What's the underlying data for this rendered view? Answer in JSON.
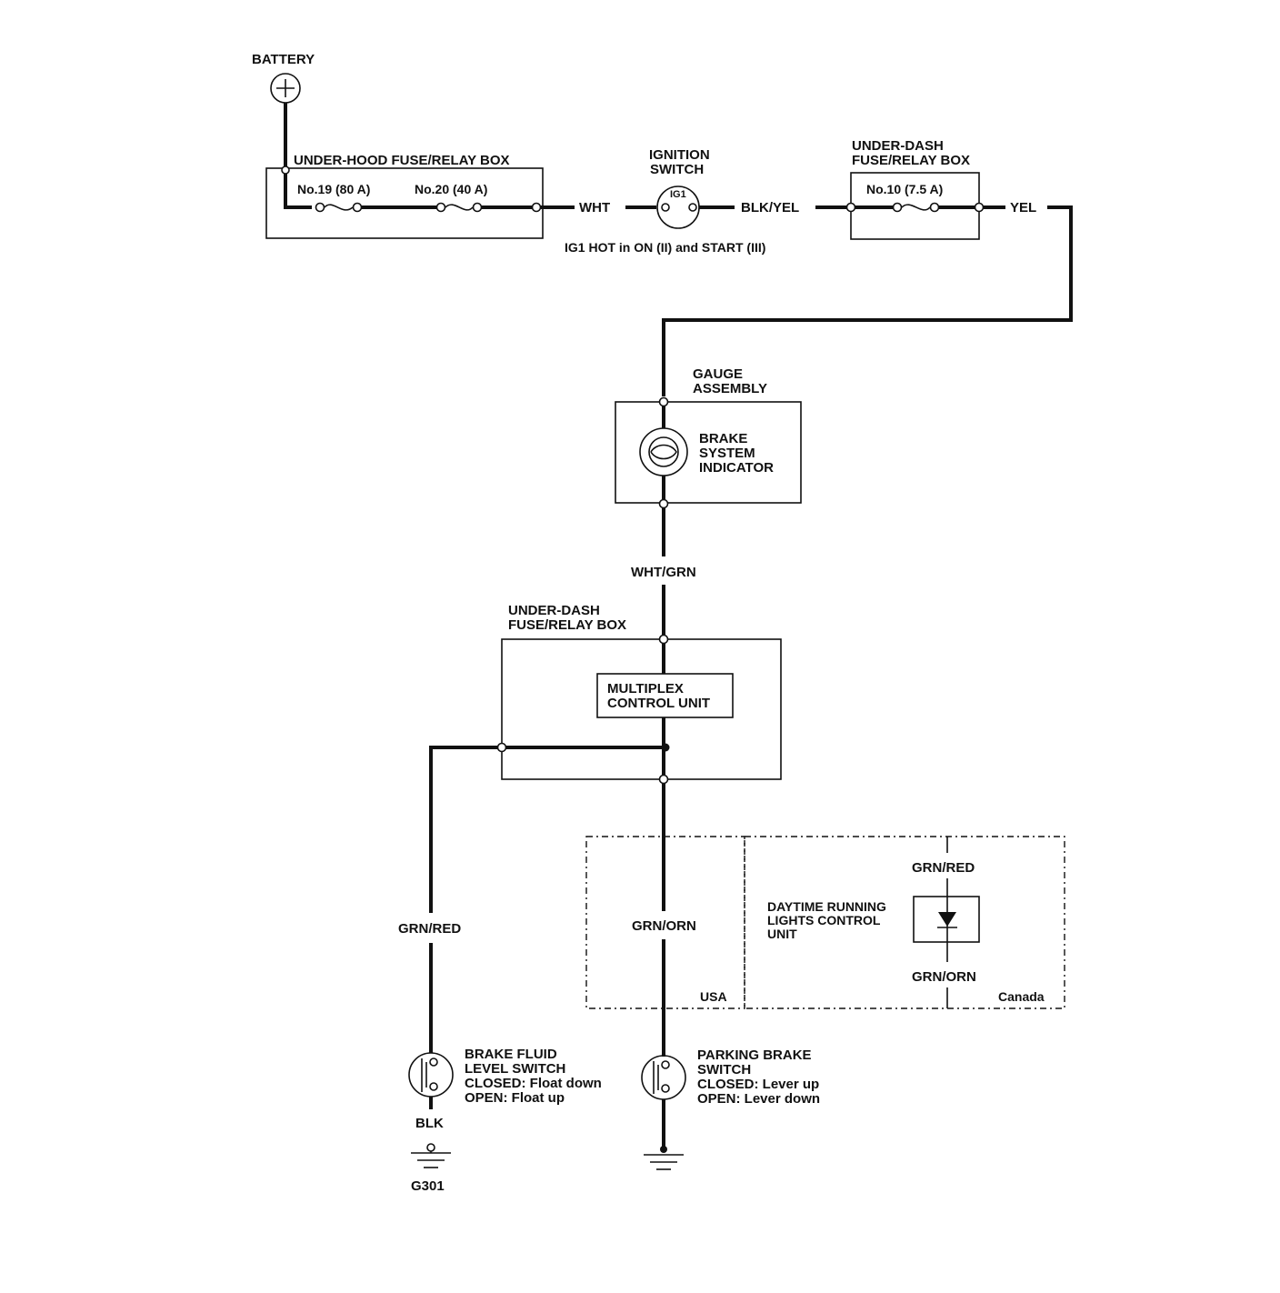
{
  "labels": {
    "battery": "BATTERY",
    "underhood_box": "UNDER-HOOD FUSE/RELAY BOX",
    "fuse19": "No.19 (80 A)",
    "fuse20": "No.20 (40 A)",
    "wire_wht": "WHT",
    "ignition_line1": "IGNITION",
    "ignition_line2": "SWITCH",
    "ig1": "IG1",
    "wire_blk_yel": "BLK/YEL",
    "underdash_top_line1": "UNDER-DASH",
    "underdash_top_line2": "FUSE/RELAY BOX",
    "fuse10": "No.10 (7.5 A)",
    "wire_yel": "YEL",
    "ig1_note": "IG1 HOT in ON (II) and START (III)",
    "gauge_line1": "GAUGE",
    "gauge_line2": "ASSEMBLY",
    "indicator_line1": "BRAKE",
    "indicator_line2": "SYSTEM",
    "indicator_line3": "INDICATOR",
    "wire_wht_grn": "WHT/GRN",
    "underdash_mid_line1": "UNDER-DASH",
    "underdash_mid_line2": "FUSE/RELAY BOX",
    "mcu_line1": "MULTIPLEX",
    "mcu_line2": "CONTROL UNIT",
    "wire_grn_red_left": "GRN/RED",
    "wire_grn_orn_usa": "GRN/ORN",
    "usa": "USA",
    "wire_grn_red_canada": "GRN/RED",
    "drl_line1": "DAYTIME RUNNING",
    "drl_line2": "LIGHTS CONTROL",
    "drl_line3": "UNIT",
    "wire_grn_orn_canada": "GRN/ORN",
    "canada": "Canada",
    "fluid_line1": "BRAKE FLUID",
    "fluid_line2": "LEVEL SWITCH",
    "fluid_line3": "CLOSED: Float down",
    "fluid_line4": "OPEN: Float up",
    "wire_blk": "BLK",
    "ground_g301": "G301",
    "parking_line1": "PARKING BRAKE",
    "parking_line2": "SWITCH",
    "parking_line3": "CLOSED: Lever up",
    "parking_line4": "OPEN: Lever down"
  }
}
